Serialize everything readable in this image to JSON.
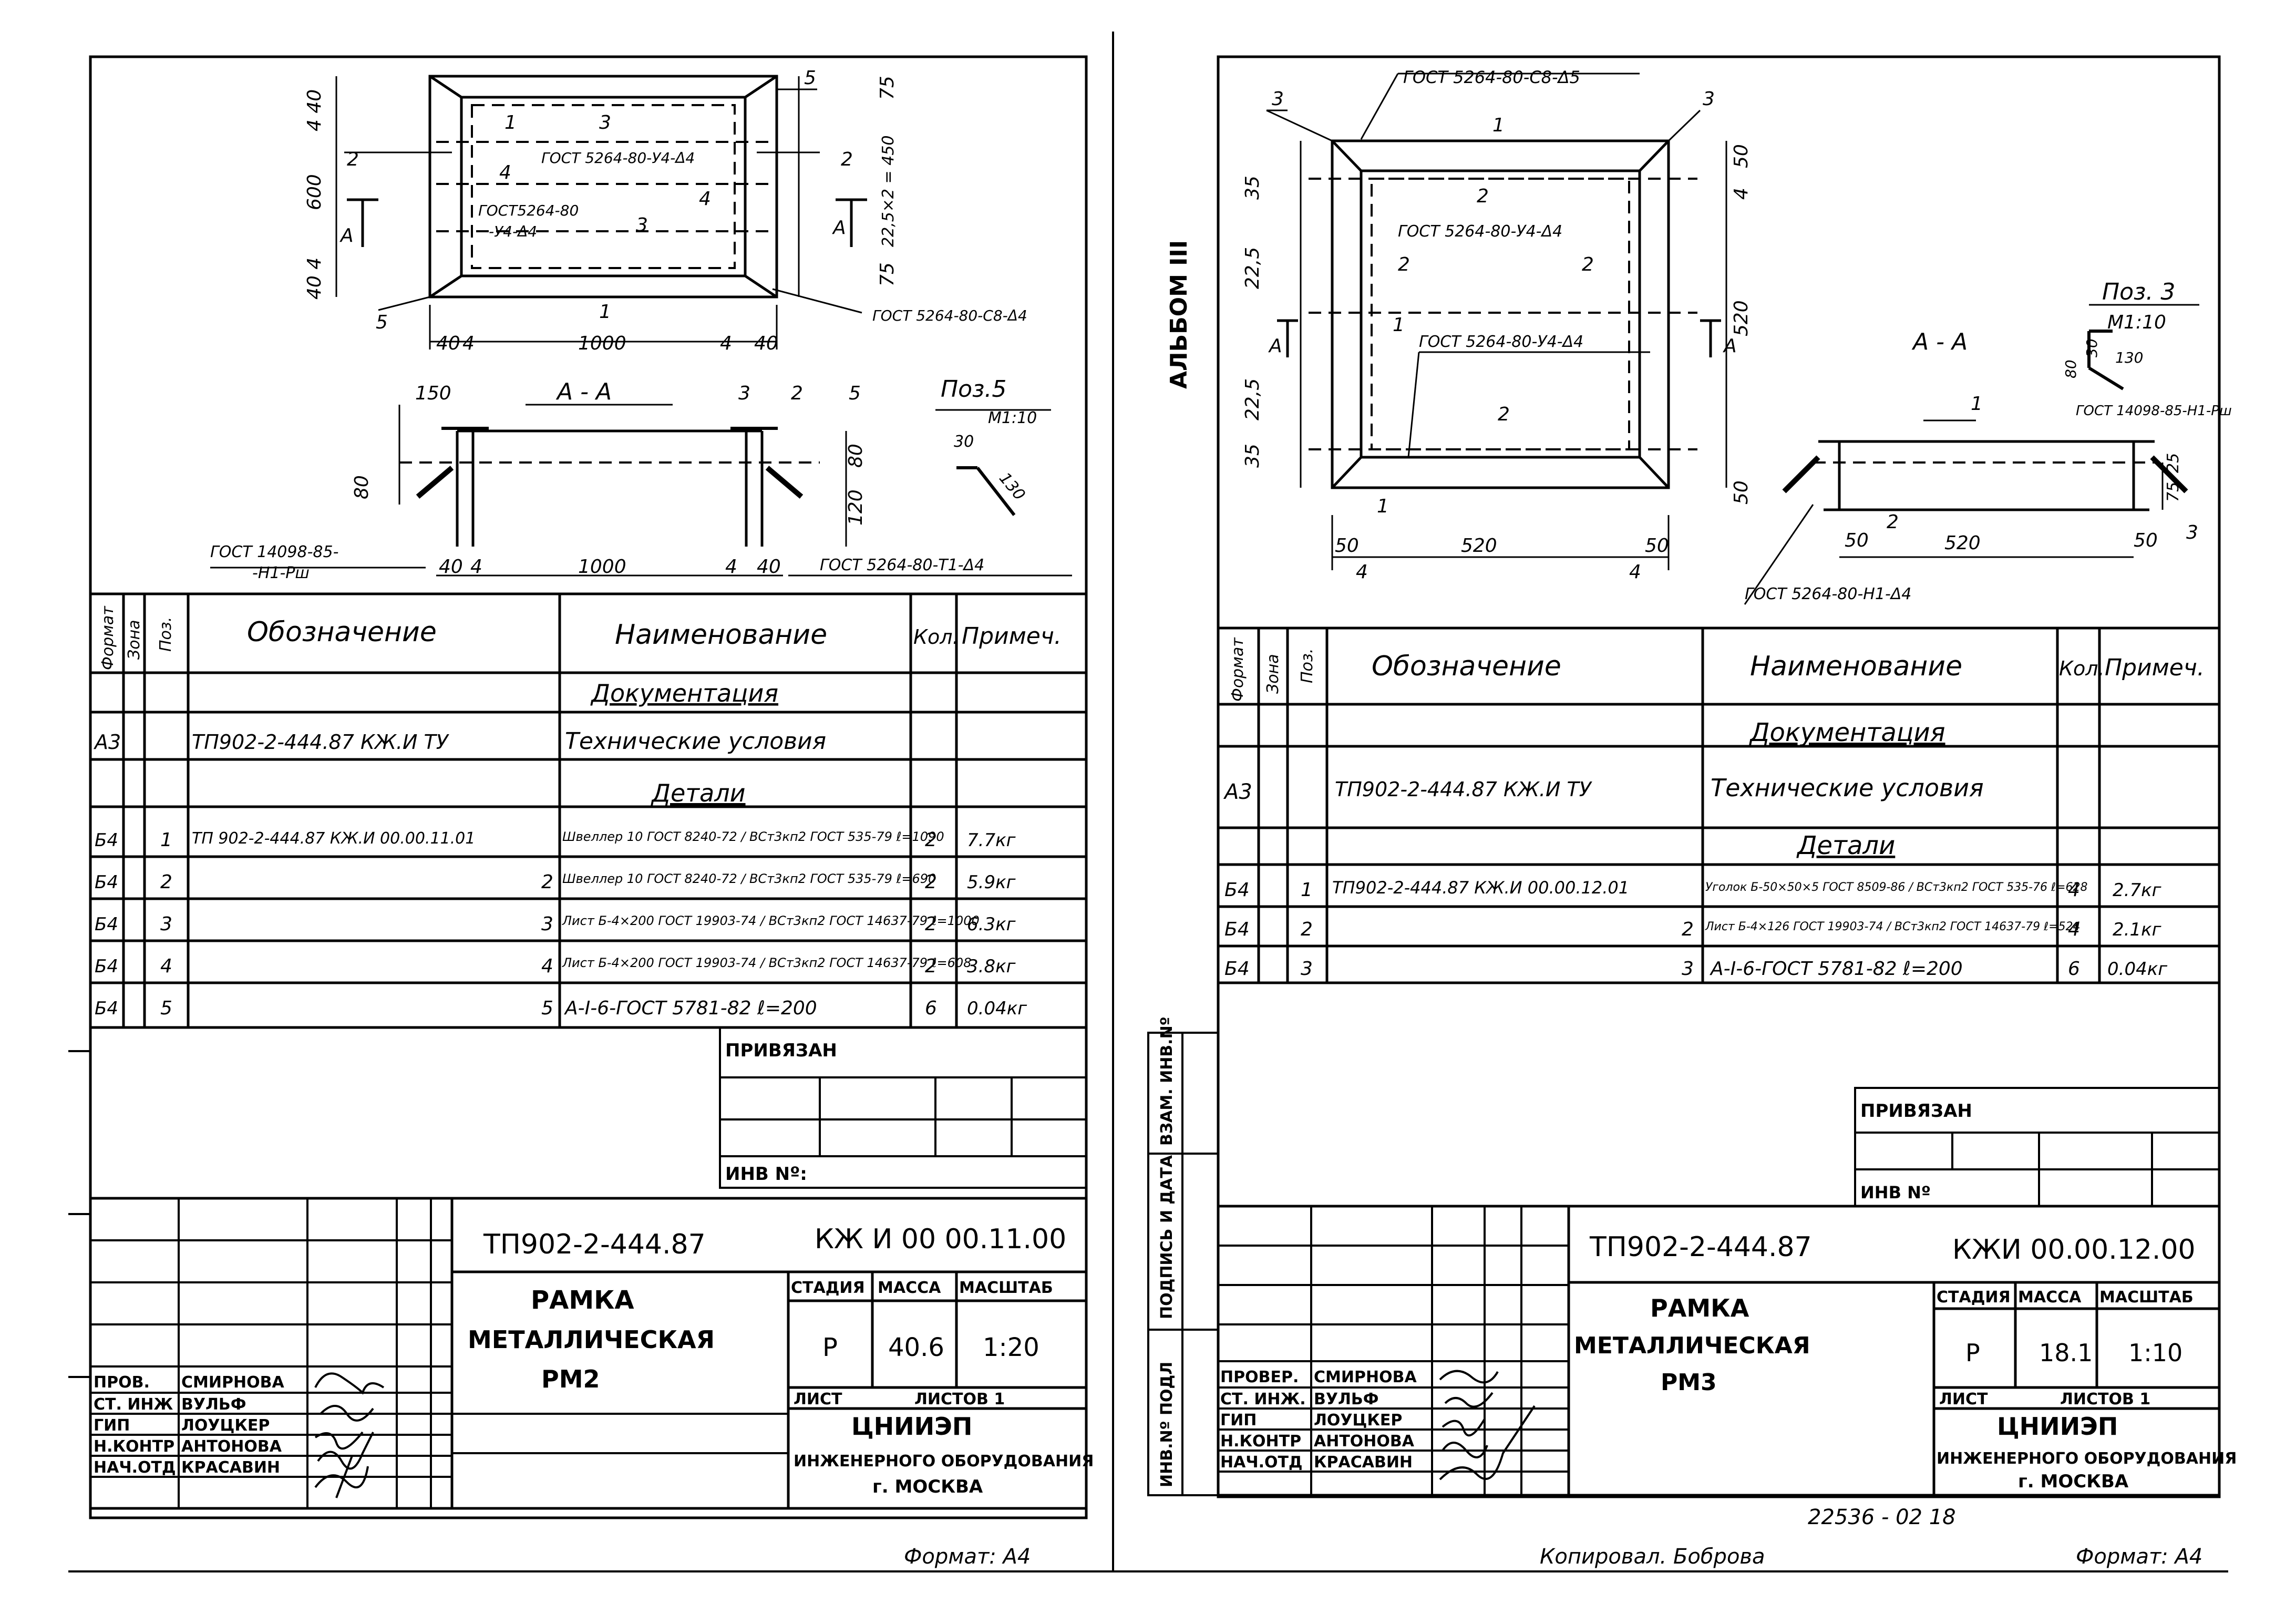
{
  "album_label": "АЛЬБОМ III",
  "side_stamp": {
    "inv_podl": "ИНВ.Nº ПОДЛ",
    "podpis": "ПОДПИСЬ И ДАТА",
    "vzam": "ВЗАМ. ИНВ.Nº"
  },
  "footer": {
    "copied": "Копировал. Боброва",
    "format_left": "Формат: А4",
    "format_right": "Формат: А4",
    "stamp_number": "22536 - 02   18"
  },
  "sheet_left": {
    "drawing": {
      "dims": {
        "d440a": "4 40",
        "d600": "600",
        "d404": "40 4",
        "d75a": "75",
        "d450": "22,5×2 = 450",
        "d75b": "75",
        "w40a": "40",
        "w4a": "4",
        "w1000": "1000",
        "w4b": "4",
        "w40b": "40",
        "s150": "150",
        "s80": "80",
        "s120": "120",
        "s80b": "80",
        "sw40": "40",
        "sw4": "4",
        "sw1000": "1000",
        "sw4b": "4",
        "sw40b": "40",
        "p30": "30",
        "p130": "130"
      },
      "callouts": [
        "1",
        "2",
        "3",
        "4",
        "5"
      ],
      "gost_labels": {
        "top_y4": "ГОСТ 5264-80-У4-Δ4",
        "left_y4": "ГОСТ5264-80",
        "left_y4b": "-У4-Δ4",
        "right_c8": "ГОСТ 5264-80-С8-Δ4",
        "sec_left": "ГОСТ 14098-85-",
        "sec_left2": "-Н1-Рш",
        "sec_right": "ГОСТ 5264-80-Т1-Δ4"
      },
      "section_title": "А - А",
      "section_mark": "А",
      "pos_title": "Поз.5",
      "pos_scale": "М1:10"
    },
    "spec": {
      "headers": {
        "format": "Формат",
        "zone": "Зона",
        "pos": "Поз.",
        "designation": "Обозначение",
        "name": "Наименование",
        "qty": "Кол.",
        "note": "Примеч."
      },
      "section_docs": "Документация",
      "section_parts": "Детали",
      "rows": [
        {
          "format": "А3",
          "pos": "",
          "designation": "ТП902-2-444.87 КЖ.И   ТУ",
          "name": "Технические условия",
          "qty": "",
          "note": ""
        },
        {
          "format": "Б4",
          "pos": "1",
          "designation": "ТП 902-2-444.87 КЖ.И 00.00.11.01",
          "name": "Швеллер 10 ГОСТ 8240-72 / ВСт3кп2 ГОСТ 535-79  ℓ=1090",
          "qty": "2",
          "note": "7.7кг"
        },
        {
          "format": "Б4",
          "pos": "2",
          "designation": "2",
          "name": "Швеллер 10 ГОСТ 8240-72 / ВСт3кп2 ГОСТ 535-79  ℓ=690",
          "qty": "2",
          "note": "5.9кг"
        },
        {
          "format": "Б4",
          "pos": "3",
          "designation": "3",
          "name": "Лист Б-4×200 ГОСТ 19903-74 / ВСт3кп2 ГОСТ 14637-79  ℓ=1000",
          "qty": "2",
          "note": "6.3кг"
        },
        {
          "format": "Б4",
          "pos": "4",
          "designation": "4",
          "name": "Лист Б-4×200 ГОСТ 19903-74 / ВСт3кп2 ГОСТ 14637-79  ℓ=608",
          "qty": "2",
          "note": "3.8кг"
        },
        {
          "format": "Б4",
          "pos": "5",
          "designation": "5",
          "name": "А-I-6-ГОСТ 5781-82  ℓ=200",
          "qty": "6",
          "note": "0.04кг"
        }
      ]
    },
    "privyazan": "ПРИВЯЗАН",
    "inv": "ИНВ Nº:",
    "title_block": {
      "doc_code": "ТП902-2-444.87",
      "sheet_code": "КЖ И 00 00.11.00",
      "title_1": "РАМКА",
      "title_2": "МЕТАЛЛИЧЕСКАЯ",
      "title_3": "РМ2",
      "col_stage": "СТАДИЯ",
      "col_mass": "МАССА",
      "col_scale": "МАСШТАБ",
      "stage": "Р",
      "mass": "40.6",
      "scale": "1:20",
      "sheet": "ЛИСТ",
      "sheets": "ЛИСТОВ 1",
      "org_1": "ЦНИИЭП",
      "org_2": "ИНЖЕНЕРНОГО ОБОРУДОВАНИЯ",
      "org_3": "г. МОСКВА",
      "people": [
        {
          "role": "ПРОВ.",
          "name": "СМИРНОВА"
        },
        {
          "role": "СТ. ИНЖ",
          "name": "ВУЛЬФ"
        },
        {
          "role": "ГИП",
          "name": "ЛОУЦКЕР"
        },
        {
          "role": "Н.КОНТР",
          "name": "АНТОНОВА"
        },
        {
          "role": "НАЧ.ОТД",
          "name": "КРАСАВИН"
        }
      ]
    }
  },
  "sheet_right": {
    "drawing": {
      "dims": {
        "d35a": "35",
        "d225a": "22,5",
        "d225b": "22,5",
        "d35b": "35",
        "d50a": "50",
        "d4": "4",
        "d520v": "520",
        "d50b": "50",
        "w50a": "50",
        "w4a": "4",
        "w520": "520",
        "w50b": "50",
        "w4b": "4",
        "s50a": "50",
        "s520": "520",
        "s50b": "50",
        "p30": "30",
        "p130": "130",
        "p75": "75",
        "p25": "25",
        "p80": "80"
      },
      "callouts": [
        "1",
        "2",
        "3"
      ],
      "gost_labels": {
        "top_c8": "ГОСТ 5264-80-С8-Δ5",
        "mid_y4": "ГОСТ 5264-80-У4-Δ4",
        "low_y4": "ГОСТ 5264-80-У4-Δ4",
        "pos_gost": "ГОСТ 14098-85-Н1-Рш",
        "sec_h1": "ГОСТ 5264-80-Н1-Δ4"
      },
      "section_title": "А - А",
      "section_mark": "А",
      "pos_title": "Поз. 3",
      "pos_scale": "М1:10"
    },
    "spec": {
      "headers": {
        "format": "Формат",
        "zone": "Зона",
        "pos": "Поз.",
        "designation": "Обозначение",
        "name": "Наименование",
        "qty": "Кол.",
        "note": "Примеч."
      },
      "section_docs": "Документация",
      "section_parts": "Детали",
      "rows": [
        {
          "format": "А3",
          "pos": "",
          "designation": "ТП902-2-444.87 КЖ.И  ТУ",
          "name": "Технические условия",
          "qty": "",
          "note": ""
        },
        {
          "format": "Б4",
          "pos": "1",
          "designation": "ТП902-2-444.87 КЖ.И 00.00.12.01",
          "name": "Уголок Б-50×50×5 ГОСТ 8509-86 / ВСт3кп2 ГОСТ 535-76  ℓ=628",
          "qty": "4",
          "note": "2.7кг"
        },
        {
          "format": "Б4",
          "pos": "2",
          "designation": "2",
          "name": "Лист Б-4×126 ГОСТ 19903-74 / ВСт3кп2 ГОСТ 14637-79  ℓ=524",
          "qty": "4",
          "note": "2.1кг"
        },
        {
          "format": "Б4",
          "pos": "3",
          "designation": "3",
          "name": "А-I-6-ГОСТ 5781-82  ℓ=200",
          "qty": "6",
          "note": "0.04кг"
        }
      ]
    },
    "privyazan": "ПРИВЯЗАН",
    "inv": "ИНВ Nº",
    "title_block": {
      "doc_code": "ТП902-2-444.87",
      "sheet_code": "КЖИ 00.00.12.00",
      "title_1": "РАМКА",
      "title_2": "МЕТАЛЛИЧЕСКАЯ",
      "title_3": "РМ3",
      "col_stage": "СТАДИЯ",
      "col_mass": "МАССА",
      "col_scale": "МАСШТАБ",
      "stage": "Р",
      "mass": "18.1",
      "scale": "1:10",
      "sheet": "ЛИСТ",
      "sheets": "ЛИСТОВ 1",
      "org_1": "ЦНИИЭП",
      "org_2": "ИНЖЕНЕРНОГО ОБОРУДОВАНИЯ",
      "org_3": "г. МОСКВА",
      "people": [
        {
          "role": "ПРОВЕР.",
          "name": "СМИРНОВА"
        },
        {
          "role": "СТ. ИНЖ.",
          "name": "ВУЛЬФ"
        },
        {
          "role": "ГИП",
          "name": "ЛОУЦКЕР"
        },
        {
          "role": "Н.КОНТР",
          "name": "АНТОНОВА"
        },
        {
          "role": "НАЧ.ОТД",
          "name": "КРАСАВИН"
        }
      ]
    }
  }
}
